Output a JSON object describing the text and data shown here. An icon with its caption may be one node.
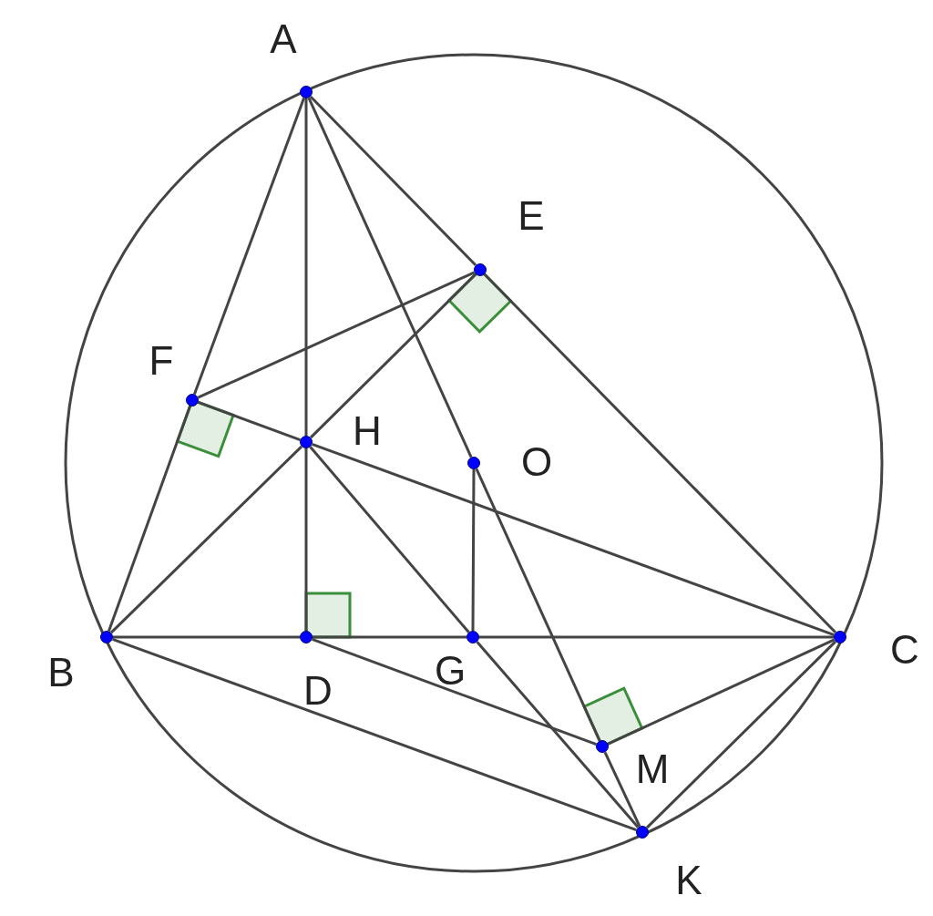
{
  "diagram": {
    "nodes": [
      {
        "text": [
          "A"
        ]
      },
      {
        "text": [
          "E"
        ]
      },
      {
        "text": [
          "F"
        ]
      },
      {
        "text": [
          "H"
        ]
      },
      {
        "text": [
          "O"
        ]
      },
      {
        "text": [
          "B"
        ]
      },
      {
        "text": [
          "D"
        ]
      },
      {
        "text": [
          "G"
        ]
      },
      {
        "text": [
          "C"
        ]
      },
      {
        "text": [
          "M"
        ]
      },
      {
        "text": [
          "K"
        ]
      }
    ],
    "edges": [
      {
        "from": 0,
        "to": 2,
        "arrow": "none"
      },
      {
        "from": 2,
        "to": 5,
        "arrow": "none"
      },
      {
        "from": 0,
        "to": 1,
        "arrow": "none"
      },
      {
        "from": 1,
        "to": 8,
        "arrow": "none"
      },
      {
        "from": 0,
        "to": 3,
        "arrow": "none"
      },
      {
        "from": 3,
        "to": 6,
        "arrow": "none"
      },
      {
        "from": 0,
        "to": 4,
        "arrow": "none"
      },
      {
        "from": 4,
        "to": 9,
        "arrow": "none"
      },
      {
        "from": 2,
        "to": 1,
        "arrow": "none"
      },
      {
        "from": 5,
        "to": 3,
        "arrow": "none"
      },
      {
        "from": 3,
        "to": 1,
        "arrow": "none"
      },
      {
        "from": 2,
        "to": 3,
        "arrow": "none"
      },
      {
        "from": 3,
        "to": 8,
        "arrow": "none"
      },
      {
        "from": 3,
        "to": 7,
        "arrow": "none"
      },
      {
        "from": 7,
        "to": 10,
        "arrow": "none"
      },
      {
        "from": 4,
        "to": 7,
        "arrow": "none"
      },
      {
        "from": 5,
        "to": 6,
        "arrow": "none"
      },
      {
        "from": 6,
        "to": 7,
        "arrow": "none"
      },
      {
        "from": 7,
        "to": 8,
        "arrow": "none"
      },
      {
        "from": 5,
        "to": 10,
        "arrow": "none"
      },
      {
        "from": 6,
        "to": 9,
        "arrow": "none"
      },
      {
        "from": 9,
        "to": 8,
        "arrow": "none"
      },
      {
        "from": 8,
        "to": 10,
        "arrow": "none"
      },
      {
        "from": 9,
        "to": 10,
        "arrow": "none"
      }
    ]
  }
}
